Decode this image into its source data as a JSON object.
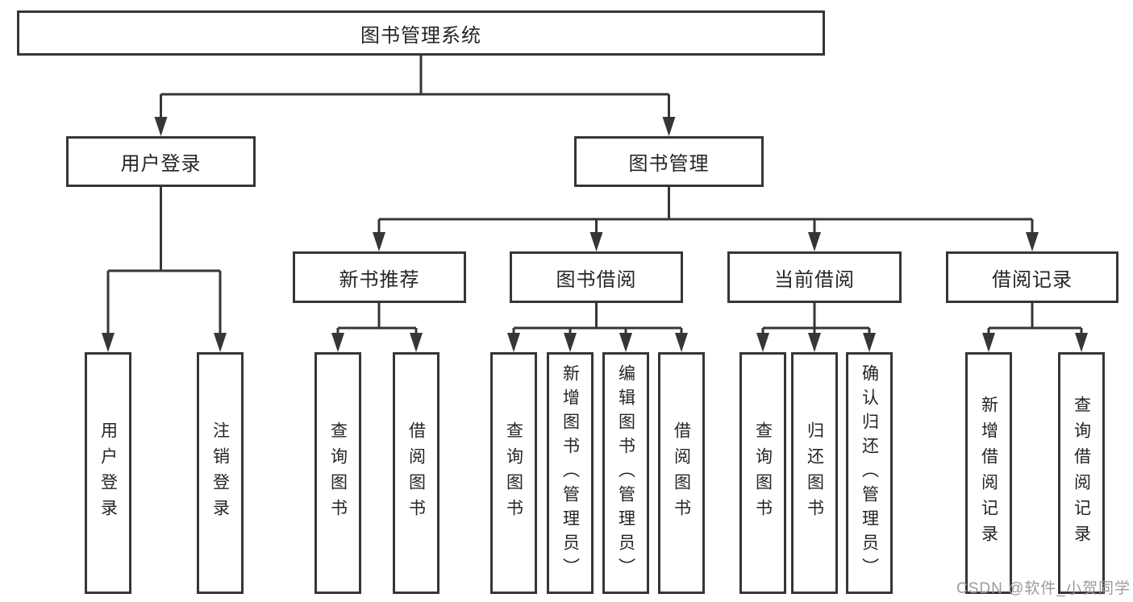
{
  "tree": {
    "root": "图书管理系统",
    "branches": [
      {
        "label": "用户登录",
        "children": [
          "用户登录",
          "注销登录"
        ]
      },
      {
        "label": "图书管理",
        "sections": [
          {
            "label": "新书推荐",
            "children": [
              "查询图书",
              "借阅图书"
            ]
          },
          {
            "label": "图书借阅",
            "children": [
              "查询图书",
              "新增图书（管理员）",
              "编辑图书（管理员）",
              "借阅图书"
            ]
          },
          {
            "label": "当前借阅",
            "children": [
              "查询图书",
              "归还图书",
              "确认归还（管理员）"
            ]
          },
          {
            "label": "借阅记录",
            "children": [
              "新增借阅记录",
              "查询借阅记录"
            ]
          }
        ]
      }
    ]
  },
  "watermark": {
    "text": "CSDN @软件_小贺同学"
  },
  "colors": {
    "line": "#363636",
    "box_border": "#363636",
    "text": "#252525",
    "watermark": "#9b9b9b",
    "background": "#ffffff"
  }
}
